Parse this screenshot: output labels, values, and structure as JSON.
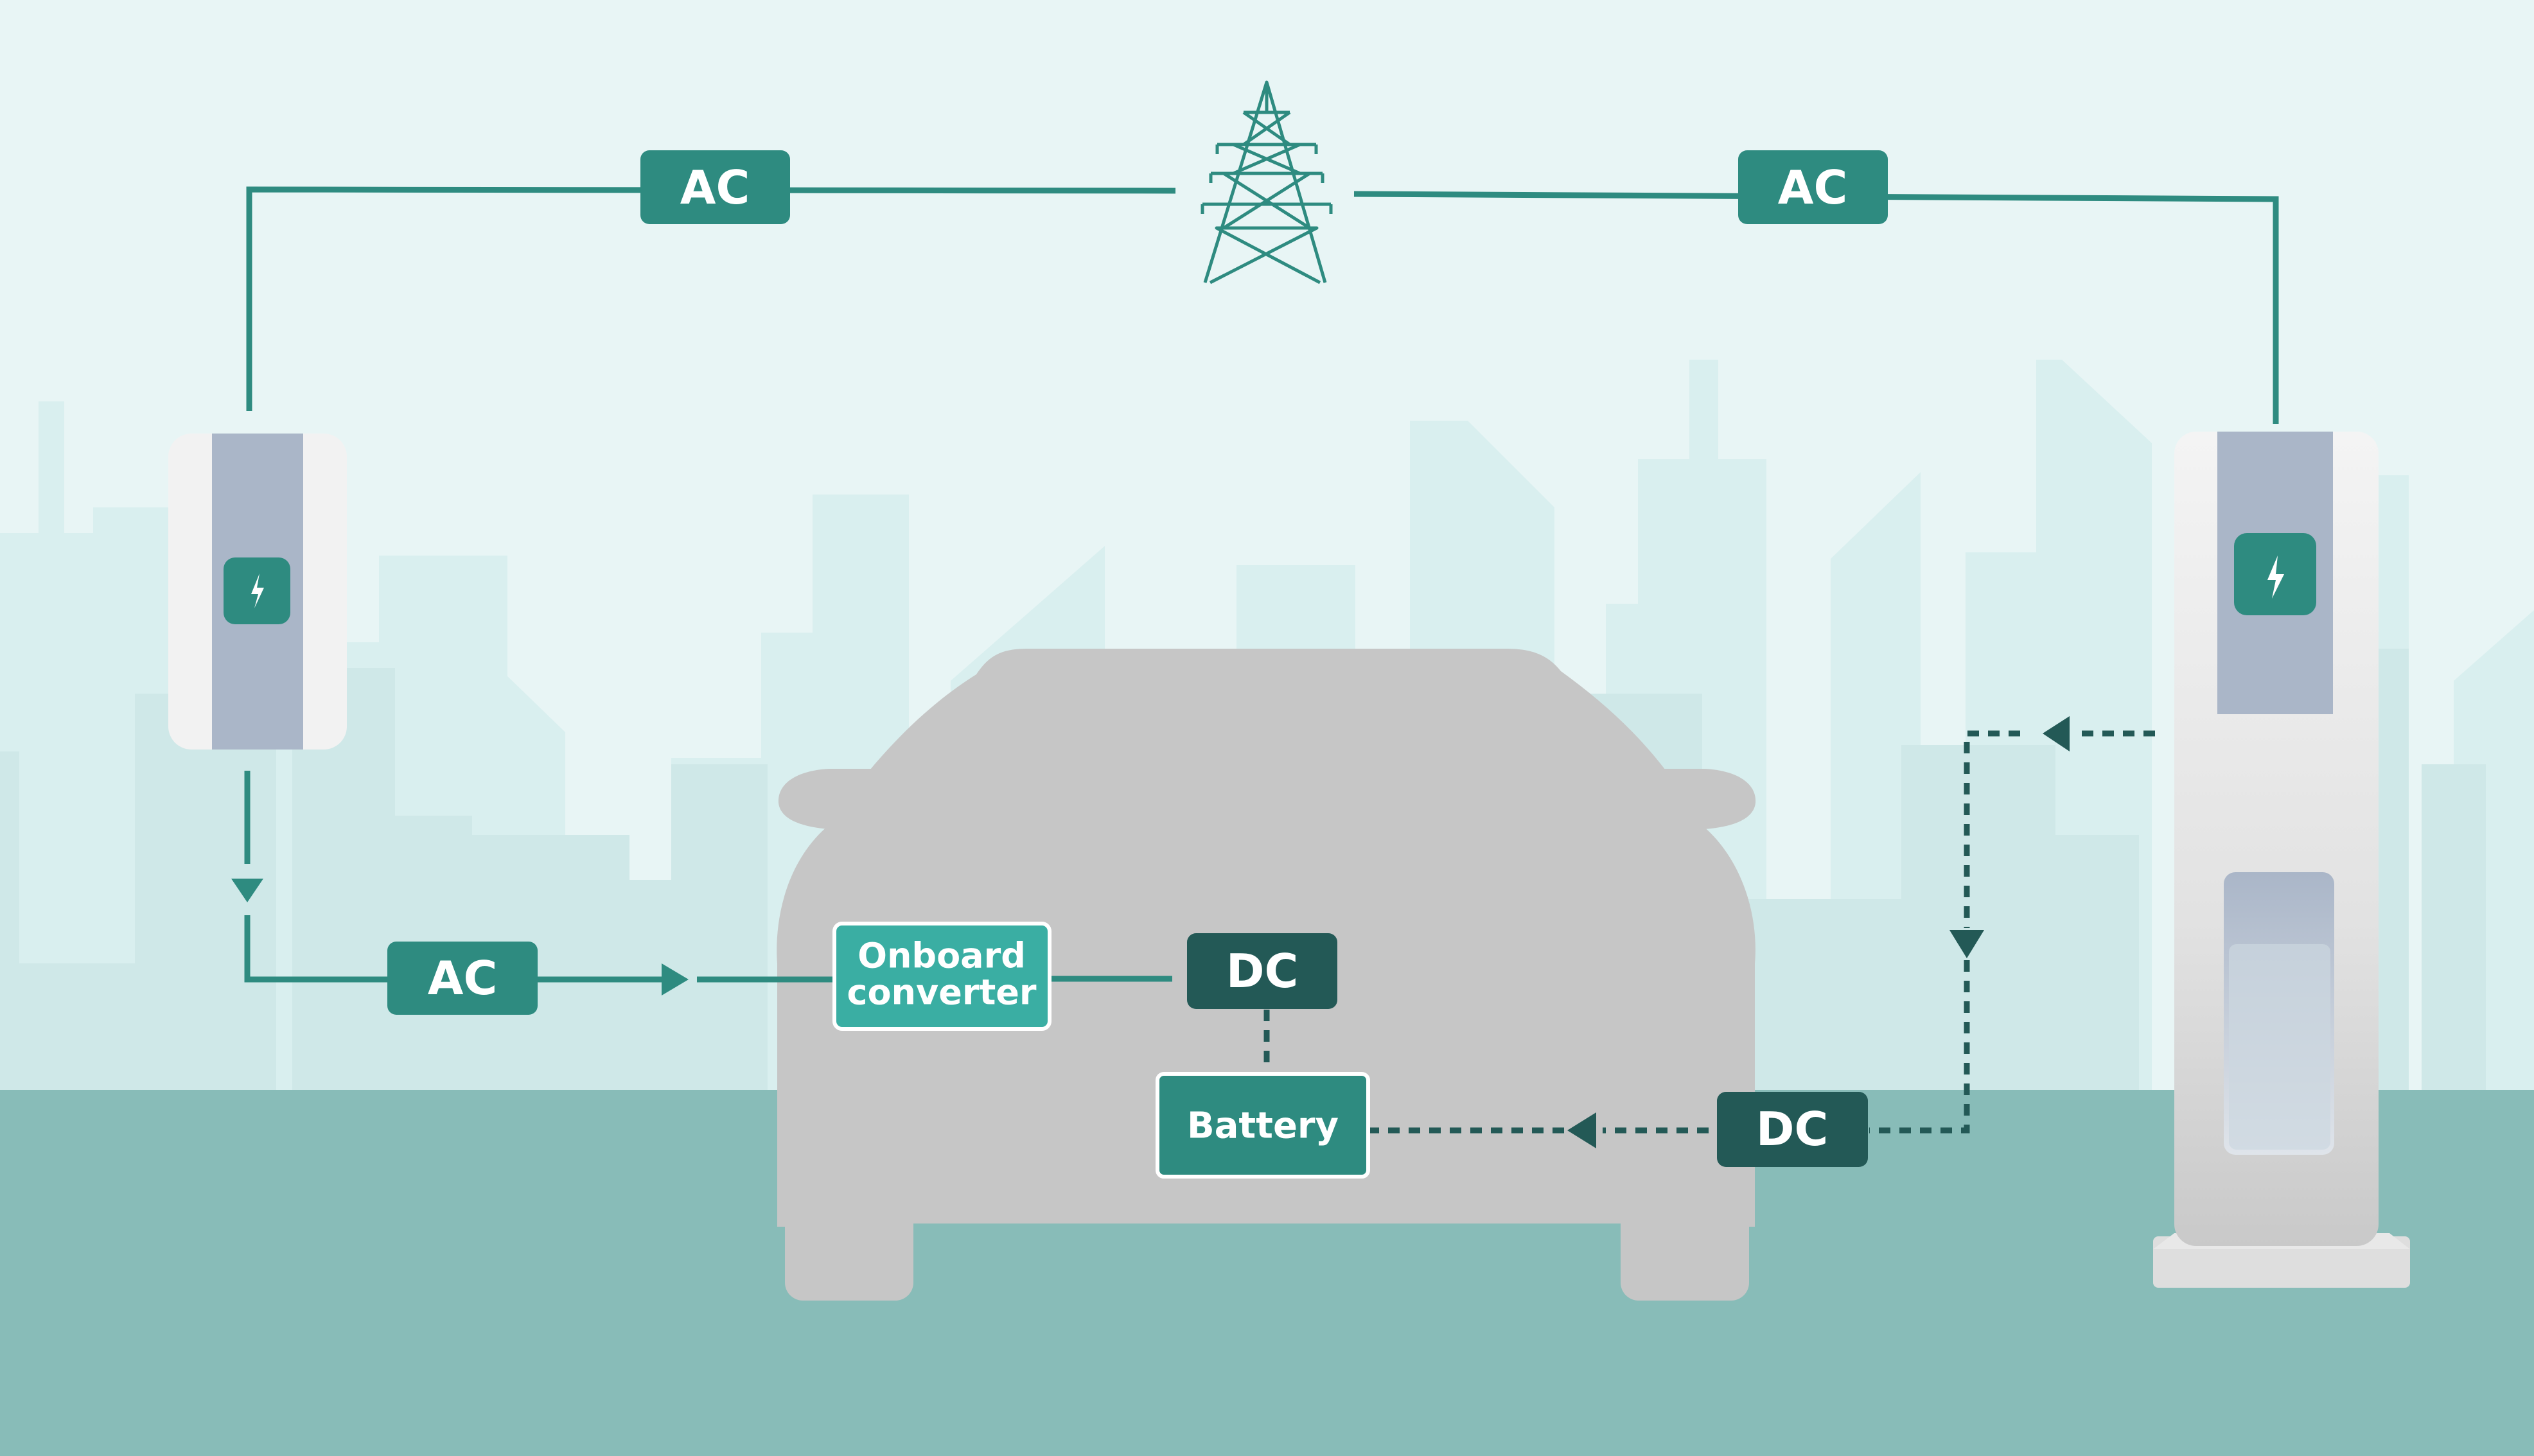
{
  "labels": {
    "ac_top_left": "AC",
    "ac_top_right": "AC",
    "ac_bottom": "AC",
    "onboard_converter_line1": "Onboard",
    "onboard_converter_line2": "converter",
    "dc_car": "DC",
    "battery": "Battery",
    "dc_right": "DC"
  },
  "icons": {
    "transmission_tower": "transmission-tower-icon",
    "wallbox_bolt": "lightning-bolt-icon",
    "station_bolt": "lightning-bolt-icon"
  },
  "colors": {
    "sky": "#e8f5f5",
    "buildings_far": "#d9efef",
    "buildings_near": "#cfe8e8",
    "ground": "#88bcb8",
    "teal": "#2e8b80",
    "teal_light": "#3aaea3",
    "dark": "#235956",
    "car": "#c6c6c6",
    "charger_panel": "#aab6c8"
  }
}
